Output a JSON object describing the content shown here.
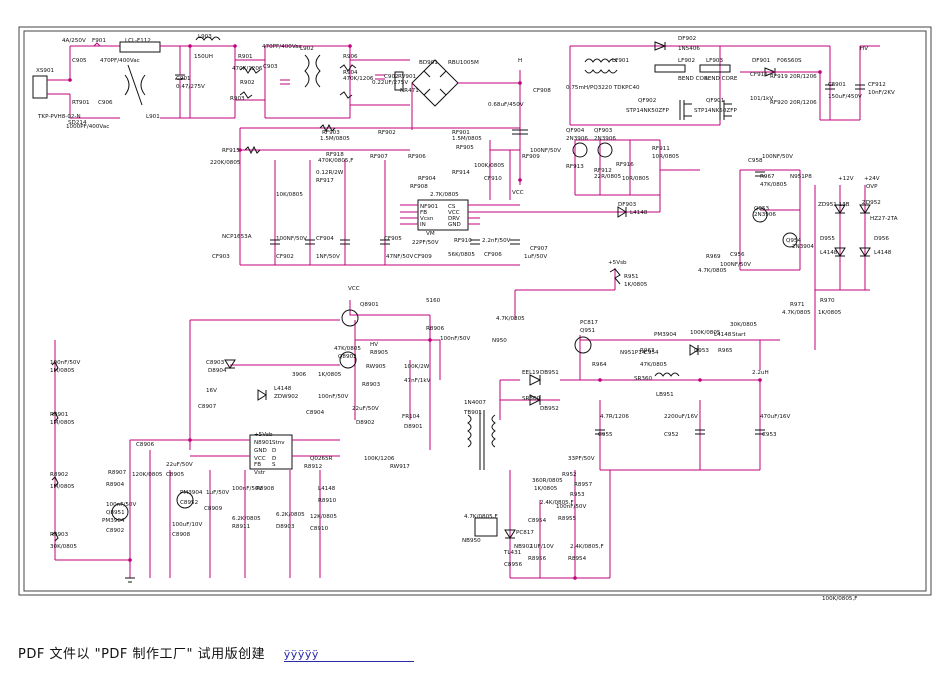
{
  "footer": {
    "text": "PDF 文件以 \"PDF 制作工厂\" 试用版创建",
    "mark": "ÿÿÿÿÿ"
  },
  "colors": {
    "wire": "#c0007a",
    "component": "#111111",
    "frame": "#444444",
    "link": "#2a2aa8"
  },
  "labels": [
    "4A/250V",
    "F901",
    "LCL-F112",
    "L903",
    "150UH",
    "C905",
    "470PF/400Vac",
    "XS901",
    "C901",
    "0.47/275V",
    "RT901",
    "C906",
    "SD214",
    "1000PF/400Vac",
    "TKP-PVH8-02-N",
    "L901",
    "R901",
    "470K/1206",
    "R902",
    "R903",
    "470PF/400Vac",
    "C903",
    "L902",
    "R906",
    "R904",
    "470K/1206",
    "C902",
    "0.22UF/275V",
    "RV901",
    "NR471",
    "BD901",
    "RBU1005M",
    "H",
    "CF908",
    "0.68uF/450V",
    "RF903",
    "1.5M/0805",
    "RF902",
    "RF901",
    "1.5M/0805",
    "RF915",
    "220K/0805",
    "RF918",
    "470K/0805,F",
    "RF907",
    "RF906",
    "RF905",
    "RF914",
    "100K/0805",
    "CF910",
    "100NF/50V",
    "RF909",
    "0.12R/2W",
    "RF917",
    "10K/0805",
    "RF904",
    "RF908",
    "2.7K/0805",
    "NF901",
    "FB",
    "Vcsn",
    "IN",
    "CS",
    "VCC",
    "DRV",
    "GND",
    "VM",
    "NCP1653A",
    "CF903",
    "100NF/50V",
    "CF902",
    "CF904",
    "1NF/50V",
    "CF905",
    "47NF/50V",
    "22PF/50V",
    "CF909",
    "RF910",
    "56K/0805",
    "2.2nF/50V",
    "CF906",
    "CF907",
    "1uF/50V",
    "VCC",
    "LF901",
    "0.75mH/PQ3220 TDKPC40",
    "DF902",
    "1N5406",
    "LF902",
    "BEND CORE",
    "LF903",
    "BEND CORE",
    "DF901",
    "F06S60S",
    "HV",
    "CF901",
    "150uF/450V",
    "CF912",
    "10nF/2KV",
    "CF911",
    "101/1kV",
    "RF919 20R/1206",
    "RF920 20R/1206",
    "QF902",
    "STP14NK50ZFP",
    "QF901",
    "STP14NK50ZFP",
    "QF904",
    "2N3906",
    "QF903",
    "2N3906",
    "RF913",
    "RF912",
    "22R/0805",
    "RF916",
    "10R/0805",
    "RF911",
    "10R/0805",
    "DF903",
    "L4148",
    "C958",
    "100NF/50V",
    "R967",
    "47K/0805",
    "N951P8",
    "Q953",
    "2N3906",
    "Q954",
    "2N3904",
    "ZD951 13B",
    "+12V",
    "+24V",
    "OVP",
    "ZD952",
    "HZ27-2TA",
    "D955",
    "L4148",
    "D956",
    "L4148",
    "R969",
    "4.7K/0805",
    "C956",
    "100NF/50V",
    "+5Vsb",
    "R951",
    "1K/0805",
    "R971",
    "4.7K/0805",
    "R970",
    "1K/0805",
    "VCC",
    "Q8901",
    "5160",
    "R8906",
    "4.7K/0805",
    "N950",
    "PC817",
    "Q951",
    "PM3904",
    "R963",
    "100K/0805",
    "D953",
    "L4148",
    "R965",
    "30K/0805",
    "Start",
    "N951P14",
    "R964",
    "47K/0805",
    "C954",
    "100nF/50V",
    "HV",
    "R8905",
    "47K/0805",
    "Q8902",
    "3906",
    "1K/0805",
    "RW905",
    "R8903",
    "100K/2W",
    "47nF/1kV",
    "C8903",
    "D8904",
    "L4148",
    "ZDW902",
    "16V",
    "C8907",
    "100nF/50V",
    "C8904",
    "22uF/50V",
    "D8902",
    "FR104",
    "D8901",
    "1N4007",
    "TB901",
    "EEL19",
    "DB951",
    "SR360",
    "DB952",
    "SR360",
    "LB951",
    "2.2uH",
    "+5Vsb",
    "N8901",
    "GND",
    "VCC",
    "FB",
    "Stnv",
    "D",
    "D",
    "S",
    "Vstr",
    "Q0265R",
    "R8912",
    "100K/1206",
    "RW917",
    "4.7R/1206",
    "C955",
    "2200uF/16V",
    "C952",
    "470uF/16V",
    "C953",
    "100nF/50V",
    "1M/0805",
    "R8901",
    "1M/0805",
    "R8902",
    "1M/0805",
    "R8903",
    "30K/0805",
    "R8907",
    "R8904",
    "120K/0805",
    "C8906",
    "22uF/50V",
    "C8905",
    "100nF/50V",
    "Q8951",
    "PM3904",
    "C8952",
    "PM3904",
    "C8902",
    "100uF/10V",
    "C8908",
    "1uF/50V",
    "C8909",
    "100nF/50V",
    "R8908",
    "6.2K/0805",
    "R8911",
    "6.2K/0805",
    "D8903",
    "L4148",
    "R8910",
    "12K/0805",
    "C8910",
    "33PF/50V",
    "R952",
    "360R/0805",
    "1K/0805",
    "R8957",
    "R953",
    "2.4K/0805,F",
    "C8954",
    "100nF/50V",
    "R8955",
    "4.7K/0805,F",
    "NB950",
    "PC817",
    "NB902",
    "TL431",
    "C8956",
    "1UF/10V",
    "R8956",
    "2.4K/0805,F",
    "R8954",
    "100K/0805,F"
  ]
}
